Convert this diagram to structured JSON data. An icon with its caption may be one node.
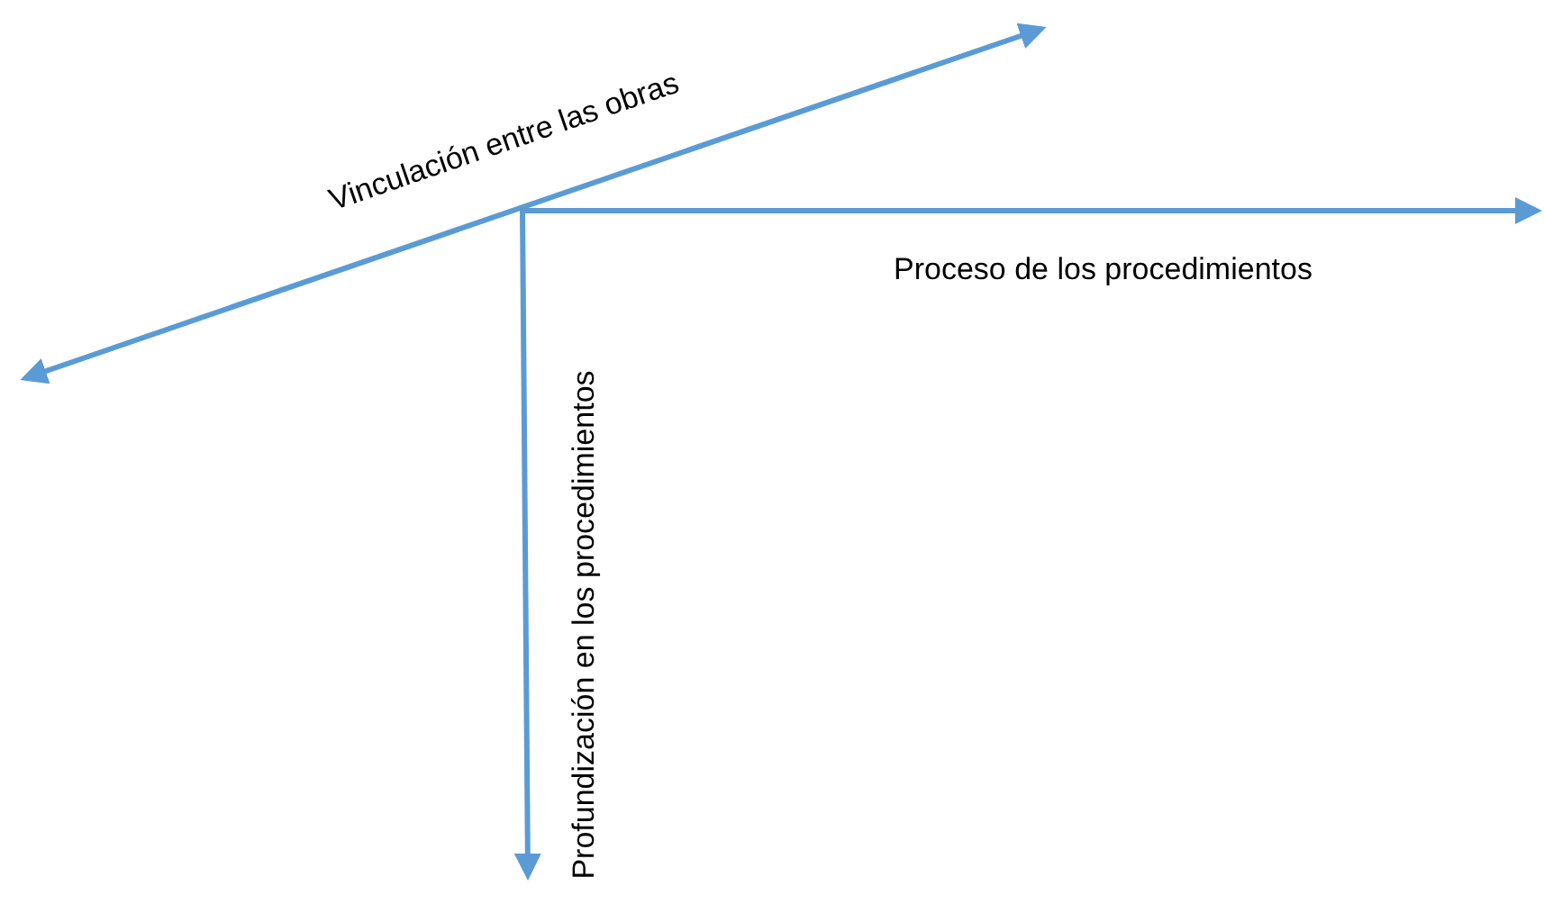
{
  "diagram": {
    "labels": [
      "Vinculación entre las obras",
      "Proceso de los procedimientos",
      "Profundización en los procedimientos"
    ]
  }
}
